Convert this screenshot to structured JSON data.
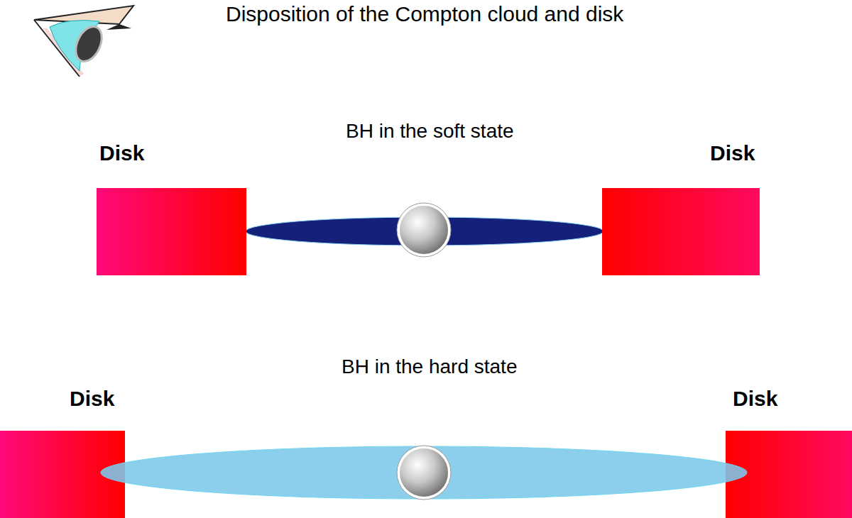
{
  "diagram": {
    "title": "Disposition of the Compton cloud and disk",
    "nodes": [
      {
        "text": [
          "Disk"
        ]
      },
      {
        "text": [
          "Disk"
        ]
      },
      {
        "text": [
          "Disk"
        ]
      },
      {
        "text": [
          "Disk"
        ]
      }
    ],
    "labels": [
      "BH in the soft state",
      "BH in the hard state"
    ]
  }
}
